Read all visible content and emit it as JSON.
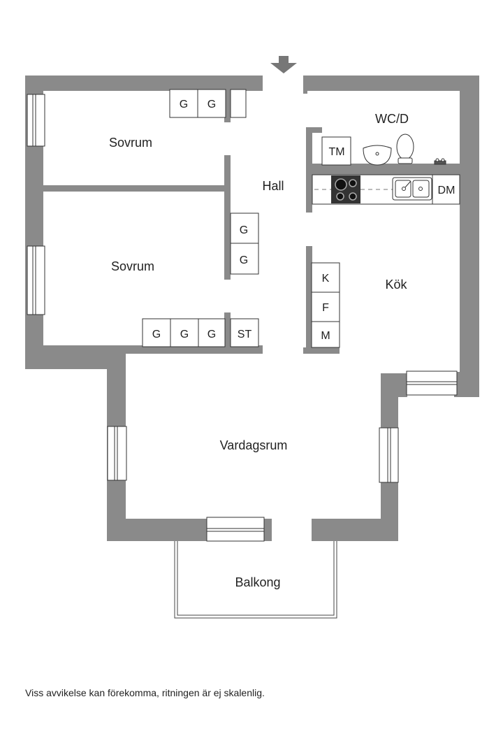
{
  "rooms": {
    "bedroom_top": "Sovrum",
    "bedroom_mid": "Sovrum",
    "hall": "Hall",
    "wc": "WC/D",
    "kitchen": "Kök",
    "living": "Vardagsrum",
    "balcony": "Balkong"
  },
  "units": {
    "wardrobe": "G",
    "storage": "ST",
    "washer": "TM",
    "dishwasher": "DM",
    "fridge": "K",
    "freezer": "F",
    "microwave": "M"
  },
  "disclaimer": "Viss avvikelse kan förekomma, ritningen är ej skalenlig.",
  "colors": {
    "wall": "#8a8a8a",
    "line": "#333333",
    "background": "#ffffff"
  }
}
